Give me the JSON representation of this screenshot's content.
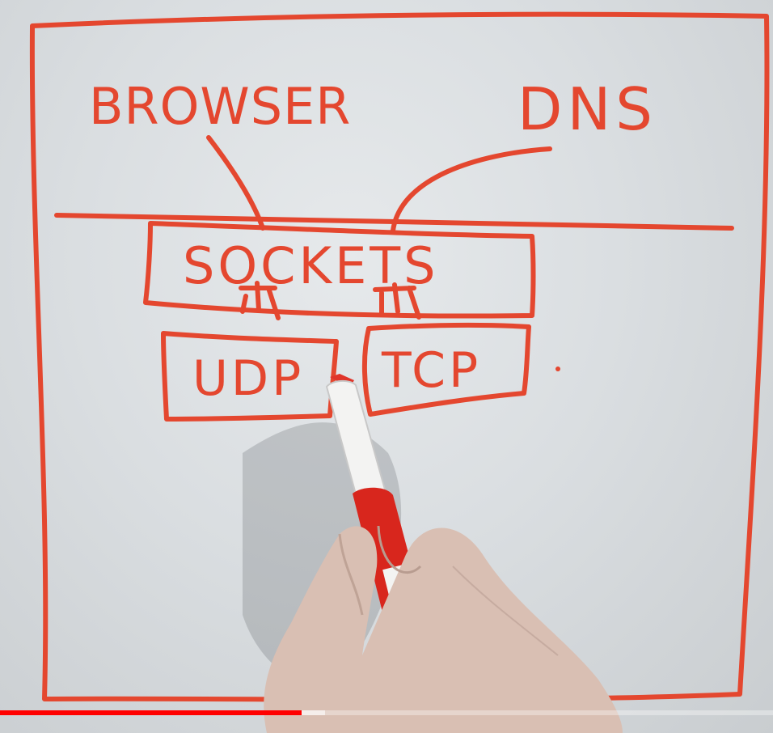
{
  "whiteboard": {
    "browser_label": "BROWSER",
    "dns_label": "DNS",
    "sockets_label": "SOCKETS",
    "udp_label": "UDP",
    "tcp_label": "TCP",
    "ink_color": "#e4472f"
  },
  "video_player": {
    "progress_played_fraction": 0.39,
    "progress_buffered_fraction": 0.42,
    "progress_color": "#ff0000"
  }
}
